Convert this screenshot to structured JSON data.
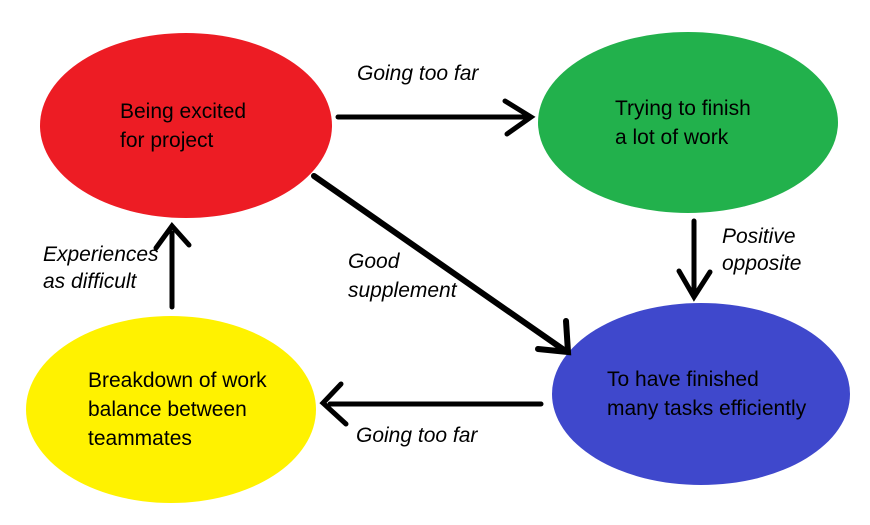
{
  "diagram": {
    "background": "#ffffff",
    "text_color": "#000000",
    "arrow_color": "#000000",
    "nodes": [
      {
        "id": "excited",
        "label": "Being excited\nfor project",
        "color": "#ED1C24",
        "shape": "ellipse"
      },
      {
        "id": "trying",
        "label": "Trying to finish\na lot of work",
        "color": "#22B14C",
        "shape": "ellipse"
      },
      {
        "id": "finished",
        "label": "To have finished\nmany tasks efficiently",
        "color": "#3F48CC",
        "shape": "ellipse"
      },
      {
        "id": "breakdown",
        "label": "Breakdown of work\nbalance between\nteammates",
        "color": "#FFF200",
        "shape": "ellipse"
      }
    ],
    "edges": [
      {
        "from": "excited",
        "to": "trying",
        "label": "Going too far"
      },
      {
        "from": "trying",
        "to": "finished",
        "label": "Positive\nopposite"
      },
      {
        "from": "excited",
        "to": "finished",
        "label": "Good\nsupplement"
      },
      {
        "from": "breakdown",
        "to": "excited",
        "label": "Experiences\nas difficult"
      },
      {
        "from": "finished",
        "to": "breakdown",
        "label": "Going too far"
      }
    ]
  }
}
